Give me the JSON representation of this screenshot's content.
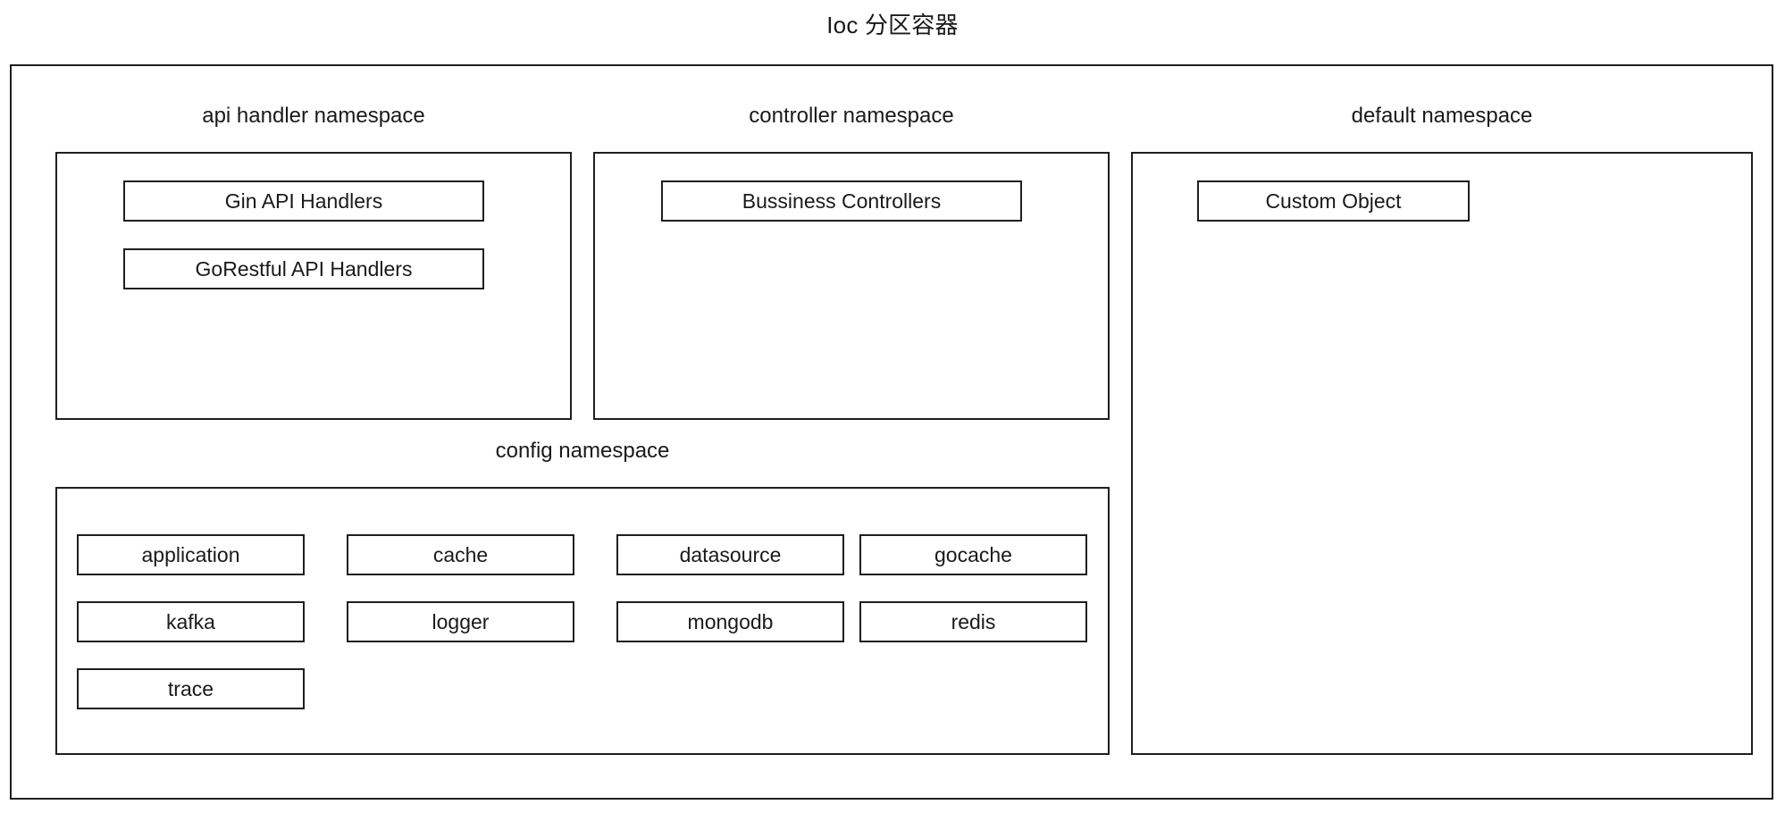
{
  "diagram": {
    "title": "Ioc 分区容器",
    "type": "container-namespace-diagram",
    "colors": {
      "stroke": "#1f1f1f",
      "text": "#1a1a1a",
      "background": "#ffffff"
    }
  },
  "namespaces": [
    {
      "id": "api-handler",
      "label": "api handler namespace",
      "items": [
        {
          "label": "Gin API Handlers"
        },
        {
          "label": "GoRestful API Handlers"
        }
      ]
    },
    {
      "id": "controller",
      "label": "controller namespace",
      "items": [
        {
          "label": "Bussiness Controllers"
        }
      ]
    },
    {
      "id": "default",
      "label": "default namespace",
      "items": [
        {
          "label": "Custom Object"
        }
      ]
    },
    {
      "id": "config",
      "label": "config namespace",
      "items": [
        {
          "label": "application"
        },
        {
          "label": "cache"
        },
        {
          "label": "datasource"
        },
        {
          "label": "gocache"
        },
        {
          "label": "kafka"
        },
        {
          "label": "logger"
        },
        {
          "label": "mongodb"
        },
        {
          "label": "redis"
        },
        {
          "label": "trace"
        }
      ]
    }
  ]
}
